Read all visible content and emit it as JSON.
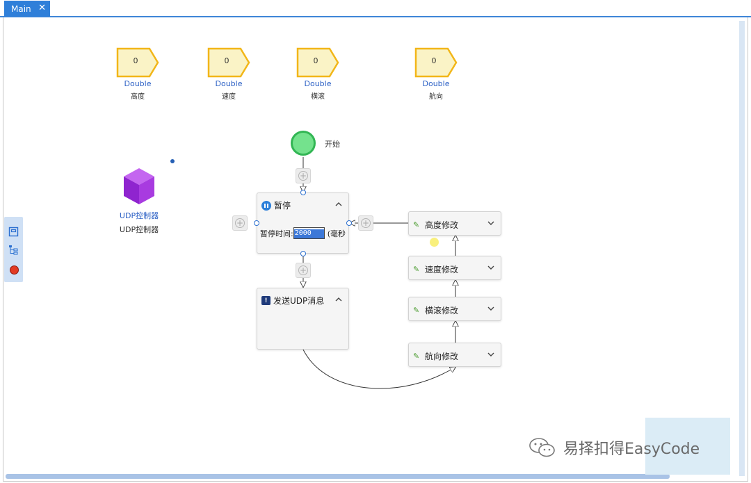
{
  "tab": {
    "label": "Main",
    "close": "✕"
  },
  "variables": [
    {
      "value": "0",
      "type": "Double",
      "name": "高度"
    },
    {
      "value": "0",
      "type": "Double",
      "name": "速度"
    },
    {
      "value": "0",
      "type": "Double",
      "name": "横滚"
    },
    {
      "value": "0",
      "type": "Double",
      "name": "航向"
    }
  ],
  "start": {
    "label": "开始"
  },
  "udp_component": {
    "title": "UDP控制器",
    "name": "UDP控制器"
  },
  "nodes": {
    "pause": {
      "title": "暂停",
      "param_label": "暂停时间:",
      "param_value": "2000",
      "param_unit": "(毫秒"
    },
    "send_udp": {
      "title": "发送UDP消息"
    },
    "altitude_edit": {
      "title": "高度修改"
    },
    "speed_edit": {
      "title": "速度修改"
    },
    "roll_edit": {
      "title": "横滚修改"
    },
    "heading_edit": {
      "title": "航向修改"
    }
  },
  "watermark": {
    "text": "易择扣得EasyCode"
  },
  "colors": {
    "accent": "#2f7fd9",
    "variable_fill": "#faf3c6",
    "variable_border": "#f2b619",
    "start_fill": "#74e28d",
    "udp_purple": "#9b2fd6"
  }
}
